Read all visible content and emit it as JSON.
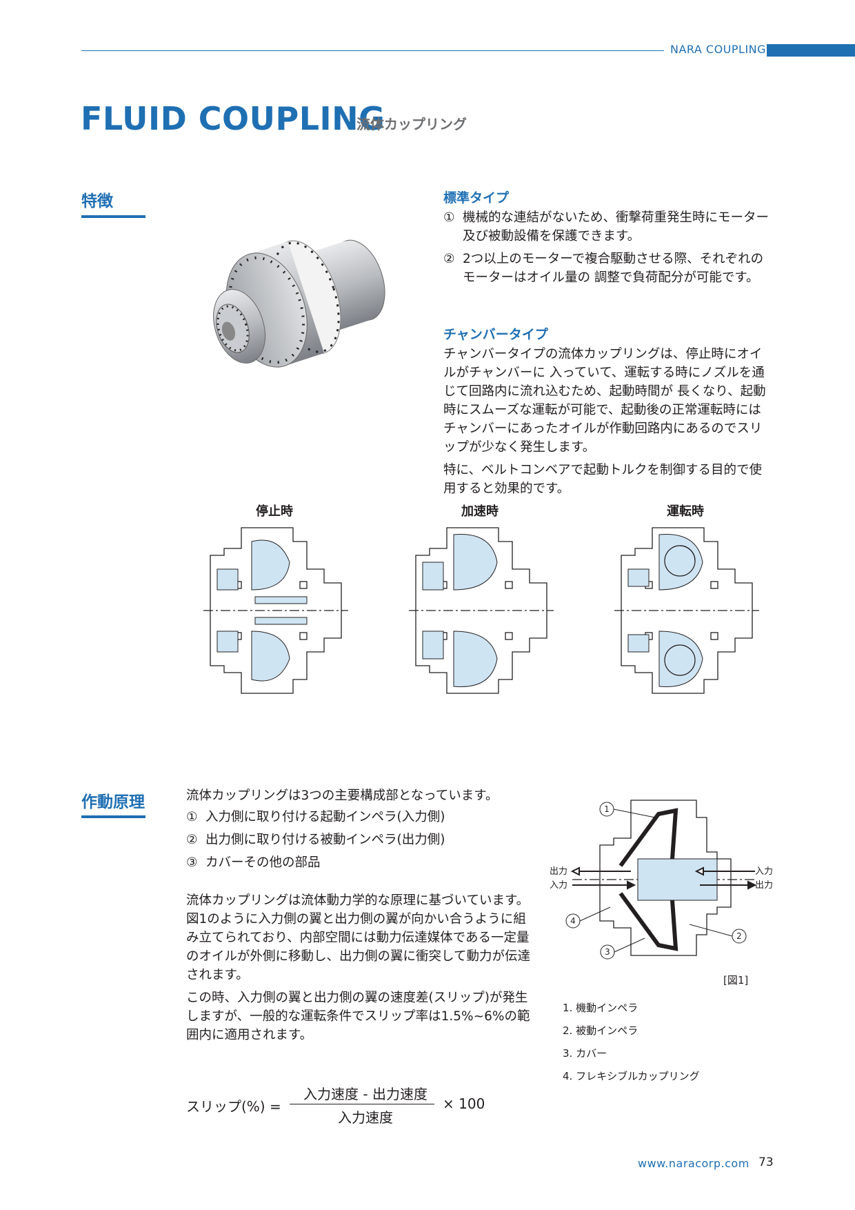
{
  "header": {
    "brand": "NARA COUPLING"
  },
  "title": {
    "main": "FLUID COUPLING",
    "sub": "流体カップリング"
  },
  "features": {
    "heading": "特徴",
    "standard": {
      "heading": "標準タイプ",
      "items": [
        {
          "num": "①",
          "text": "機械的な連結がないため、衝撃荷重発生時にモーター及び被動設備を保護できます。"
        },
        {
          "num": "②",
          "text": "2つ以上のモーターで複合駆動させる際、それぞれのモーターはオイル量の 調整で負荷配分が可能です。"
        }
      ]
    },
    "chamber": {
      "heading": "チャンバータイプ",
      "p1": "チャンバータイプの流体カップリングは、停止時にオイルがチャンバーに 入っていて、運転する時にノズルを通じて回路内に流れ込むため、起動時間が 長くなり、起動時にスムーズな運転が可能で、起動後の正常運転時にはチャンバーにあったオイルが作動回路内にあるのでスリップが少なく発生します。",
      "p2": "特に、ベルトコンベアで起動トルクを制御する目的で使用すると効果的です。"
    },
    "diagrams": [
      {
        "label": "停止時"
      },
      {
        "label": "加速時"
      },
      {
        "label": "運転時"
      }
    ]
  },
  "principle": {
    "heading": "作動原理",
    "intro": "流体カップリングは3つの主要構成部となっています。",
    "items": [
      {
        "num": "①",
        "text": "入力側に取り付ける起動インペラ(入力側)"
      },
      {
        "num": "②",
        "text": "出力側に取り付ける被動インペラ(出力側)"
      },
      {
        "num": "③",
        "text": "カバーその他の部品"
      }
    ],
    "p1": "流体カップリングは流体動力学的な原理に基づいています。図1のように入力側の翼と出力側の翼が向かい合うように組み立てられており、内部空間には動力伝達媒体である一定量のオイルが外側に移動し、出力側の翼に衝突して動力が伝達されます。",
    "p2": "この時、入力側の翼と出力側の翼の速度差(スリップ)が発生しますが、一般的な運転条件でスリップ率は1.5%~6%の範囲内に適用されます。",
    "formula": {
      "lhs": "スリップ(%) =",
      "numerator": "入力速度 - 出力速度",
      "denominator": "入力速度",
      "mult": "× 100"
    },
    "figure": {
      "left_top": "出力",
      "left_bottom": "入力",
      "right_top": "入力",
      "right_bottom": "出力",
      "callouts": [
        "1",
        "2",
        "3",
        "4"
      ],
      "caption": "[図1]"
    },
    "parts": [
      "1. 機動インペラ",
      "2. 被動インペラ",
      "3. カバー",
      "4. フレキシブルカップリング"
    ]
  },
  "footer": {
    "url": "www.naracorp.com",
    "page": "73"
  },
  "colors": {
    "accent": "#1f6fb3",
    "fluid": "#cfe4f3",
    "text": "#231f20"
  }
}
